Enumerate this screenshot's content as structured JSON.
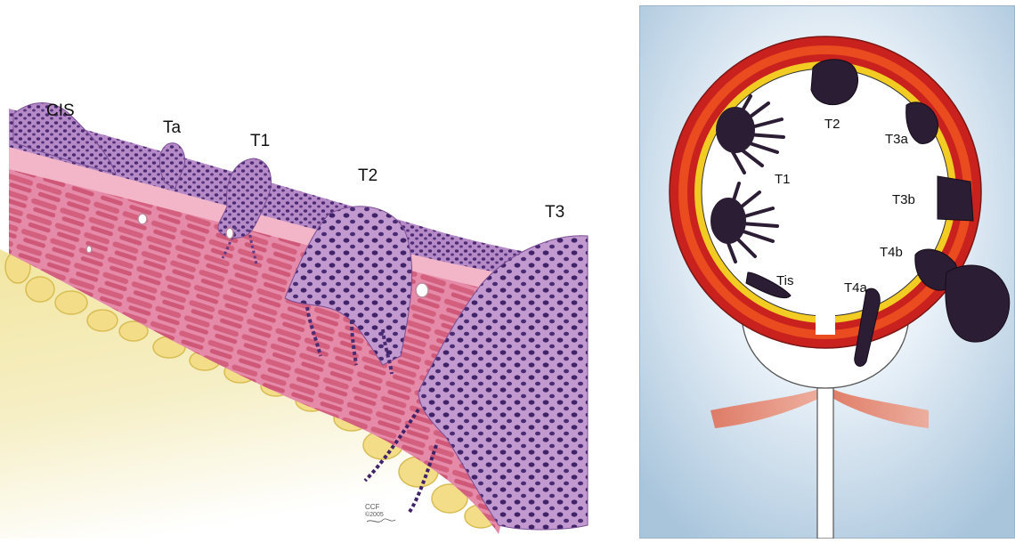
{
  "left_panel": {
    "labels": {
      "cis": "CIS",
      "ta": "Ta",
      "t1": "T1",
      "t2": "T2",
      "t3": "T3"
    },
    "credit": {
      "line1": "CCF",
      "line2": "©2005"
    }
  },
  "right_panel": {
    "labels": {
      "t2": "T2",
      "t3a": "T3a",
      "t1": "T1",
      "t3b": "T3b",
      "t4b": "T4b",
      "tis": "Tis",
      "t4a": "T4a"
    }
  }
}
